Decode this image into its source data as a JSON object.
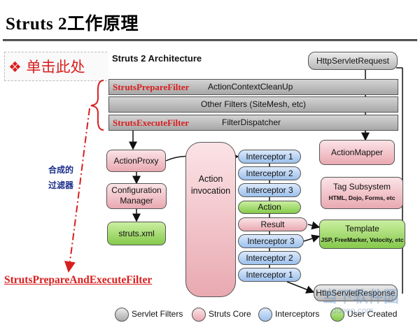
{
  "header": {
    "title": "Struts 2工作原理",
    "click_hint": "❖ 单击此处"
  },
  "diagram": {
    "title": "Struts 2 Architecture",
    "http_request": "HttpServletRequest",
    "filters": {
      "prepare_annot": "StrutsPrepareFilter",
      "prepare_label": "ActionContextCleanUp",
      "other_label": "Other Filters (SiteMesh, etc)",
      "execute_annot": "StrutsExecuteFilter",
      "execute_label": "FilterDispatcher"
    },
    "action_proxy": "ActionProxy",
    "config_manager": [
      "Configuration",
      "Manager"
    ],
    "struts_xml": "struts.xml",
    "action_invocation": [
      "Action",
      "invocation"
    ],
    "interceptors_top": [
      "Interceptor 1",
      "Interceptor 2",
      "Interceptor 3"
    ],
    "action": "Action",
    "result": "Result",
    "interceptors_bottom": [
      "Interceptor 3",
      "Interceptor 2",
      "Interceptor 1"
    ],
    "action_mapper": "ActionMapper",
    "tag_subsystem": {
      "title": "Tag Subsystem",
      "sub": "HTML, Dojo, Forms, etc"
    },
    "template": {
      "title": "Template",
      "sub": "JSP, FreeMarker, Velocity, etc"
    },
    "http_response": "HttpServletResponse",
    "legend": [
      "Servlet Filters",
      "Struts Core",
      "Interceptors",
      "User Created"
    ]
  },
  "annotations": {
    "side_label": [
      "合成的",
      "过滤器"
    ],
    "combined_filter": "StrutsPrepareAndExecuteFilter"
  },
  "watermark": {
    "main": "当下软件园",
    "sub": "ddooo.com"
  },
  "colors": {
    "annotation_red": "#d81f1f",
    "annotation_blue": "#1c2e8c",
    "core_pink": "#e9a9b1",
    "interceptor_blue": "#9cc0ec",
    "user_green": "#85c94b",
    "servlet_grey": "#b7b7b7"
  }
}
